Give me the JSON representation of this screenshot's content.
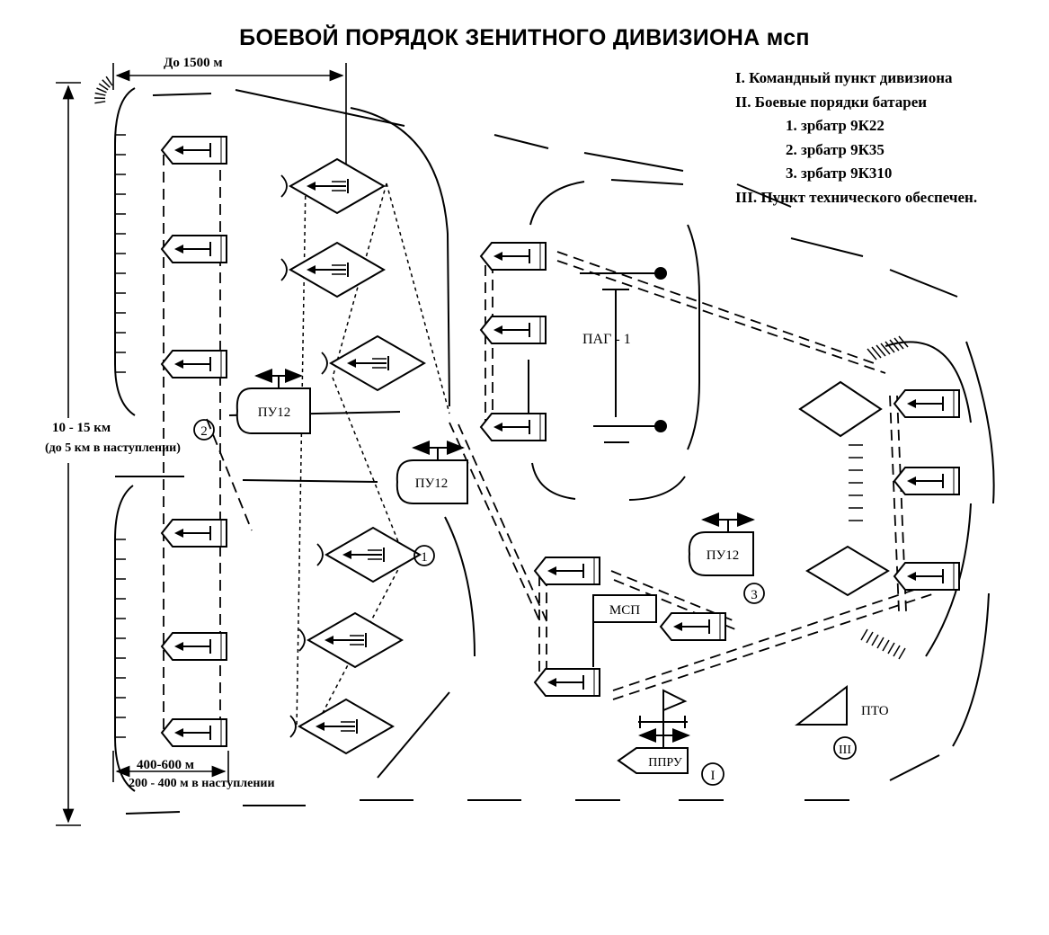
{
  "title": "БОЕВОЙ ПОРЯДОК ЗЕНИТНОГО ДИВИЗИОНА мсп",
  "legend": {
    "items": [
      "I. Командный пункт дивизиона",
      "II. Боевые порядки батареи",
      "1. зрбатр 9К22",
      "2. зрбатр 9К35",
      "3. зрбатр 9К310",
      "III. Пункт технического обеспечен."
    ]
  },
  "dimensions": {
    "width_top": "До 1500 м",
    "depth": "10 - 15 км",
    "depth_attack": "(до 5 км в наступлении)",
    "interval": "400-600 м",
    "interval_attack": "200 - 400 м в наступлении"
  },
  "units": {
    "pu12": "ПУ12",
    "pag": "ПАГ - 1",
    "msp": "МСП",
    "ppru": "ППРУ",
    "pto": "ПТО"
  },
  "markers": {
    "battery_1": "1",
    "battery_2": "2",
    "battery_3": "3",
    "cp": "I",
    "tech": "III"
  }
}
